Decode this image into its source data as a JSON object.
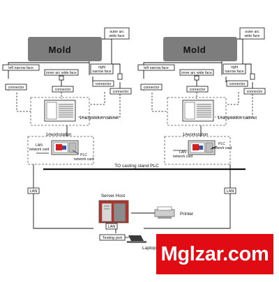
{
  "systems": [
    {
      "mold": "Mold",
      "outer_arc": "outer arc\nwide face",
      "left_narrow": "left narrow face",
      "inner_arc": "inner arc wide face",
      "right_narrow": "right\nnarrow face",
      "connectors": [
        "connector",
        "connector",
        "connector",
        "connector"
      ],
      "cabinet": "1#acquisition cabinet",
      "workstation": "1#workstation",
      "lan_card": "LAN\nnetwork card",
      "plc_card": "PLC\nnetwork card"
    },
    {
      "mold": "Mold",
      "outer_arc": "outer arc\nwide face",
      "left_narrow": "left narrow face",
      "inner_arc": "inner arc wide face",
      "right_narrow": "right\nnarrow face",
      "connectors": [
        "connector",
        "connector",
        "connector",
        "connector"
      ],
      "cabinet": "1#acquisition cabinet",
      "workstation": "1#workstation",
      "lan_card": "LAN\nnetwork card",
      "plc_card": "PLC\nnetwork card"
    }
  ],
  "casting_plc": "TO casting stand PLC",
  "lan_left": "LAN",
  "lan_right": "LAN",
  "server_host": "Server Host",
  "printer": "Printer",
  "server_lan": "LAN",
  "testing_port": "Testing port",
  "laptop": "Laptop",
  "watermark": "Mglzar.com",
  "colors": {
    "mold": "#7d7d7d",
    "watermark": "#e10b13",
    "server": "#c0392b"
  }
}
